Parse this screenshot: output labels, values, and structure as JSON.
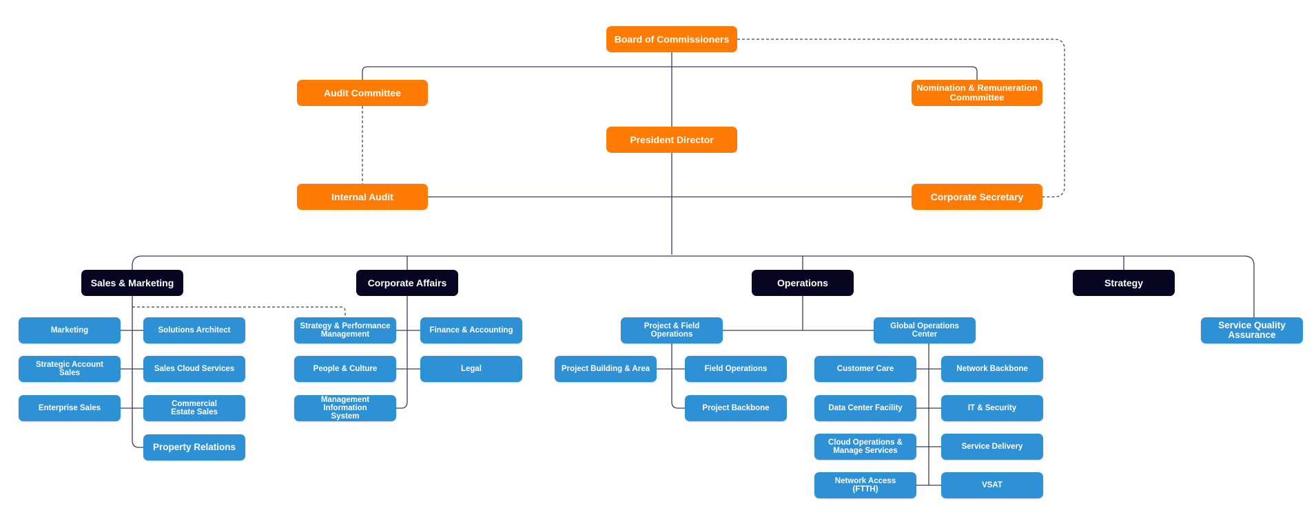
{
  "colors": {
    "governance": "#ff7b04",
    "directorate": "#070623",
    "unit": "#2e91d5",
    "connector": "#3a3a5a"
  },
  "governance": {
    "board": "Board of Commissioners",
    "audit_committee": "Audit Committee",
    "nomination_committee": "Nomination & Remuneration\nCommmittee",
    "president": "President Director",
    "internal_audit": "Internal Audit",
    "corporate_secretary": "Corporate Secretary"
  },
  "directorates": {
    "sales_marketing": "Sales & Marketing",
    "corporate_affairs": "Corporate Affairs",
    "operations": "Operations",
    "strategy": "Strategy"
  },
  "sales_marketing": {
    "marketing": "Marketing",
    "solutions_architect": "Solutions Architect",
    "strategic_account_sales": "Strategic Account\nSales",
    "sales_cloud_services": "Sales Cloud Services",
    "enterprise_sales": "Enterprise Sales",
    "commercial_estate_sales": "Commercial\nEstate Sales",
    "property_relations": "Property Relations"
  },
  "corporate_affairs": {
    "strategy_performance": "Strategy & Performance\nManagement",
    "finance_accounting": "Finance & Accounting",
    "people_culture": "People & Culture",
    "legal": "Legal",
    "mis": "Management Information\nSystem"
  },
  "operations": {
    "project_field_ops": "Project & Field\nOperations",
    "global_ops_center": "Global Operations\nCenter",
    "project_building_area": "Project Building & Area",
    "field_operations": "Field Operations",
    "project_backbone": "Project Backbone",
    "customer_care": "Customer Care",
    "network_backbone": "Network Backbone",
    "data_center_facility": "Data Center Facility",
    "it_security": "IT & Security",
    "cloud_ops": "Cloud Operations &\nManage Services",
    "service_delivery": "Service Delivery",
    "network_access": "Network Access\n(FTTH)",
    "vsat": "VSAT"
  },
  "strategy": {
    "service_quality": "Service Quality\nAssurance"
  }
}
